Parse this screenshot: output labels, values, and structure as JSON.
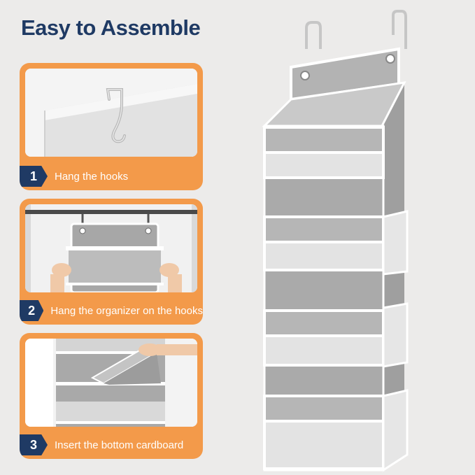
{
  "title": "Easy to Assemble",
  "steps": [
    {
      "number": "1",
      "label": "Hang the hooks"
    },
    {
      "number": "2",
      "label": "Hang the organizer on the hooks"
    },
    {
      "number": "3",
      "label": "Insert the bottom cardboard"
    }
  ],
  "colors": {
    "title": "#1f3a64",
    "panel": "#f39a4a",
    "badge": "#1f3a64",
    "fabric": "#a9a9a9",
    "trim": "#ffffff"
  }
}
